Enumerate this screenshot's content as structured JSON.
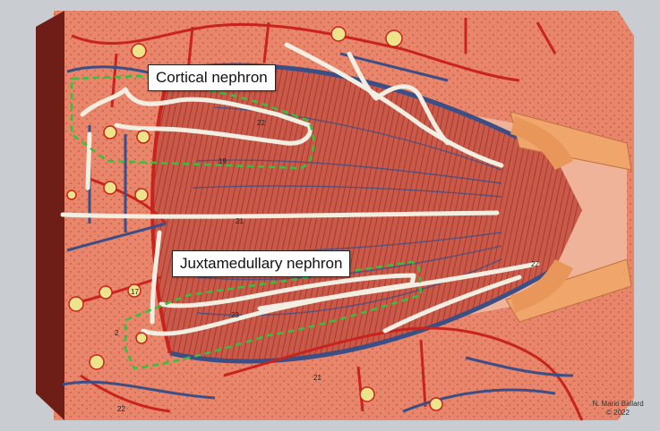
{
  "labels": {
    "cortical": "Cortical nephron",
    "juxtamedullary": "Juxtamedullary nephron"
  },
  "credit": {
    "author": "N. Mario Ballard",
    "year": "© 2022"
  },
  "model_numbers": [
    "21",
    "22",
    "22",
    "23",
    "19",
    "17",
    "2",
    "22",
    "21"
  ],
  "colors": {
    "background": "#c9ccd0",
    "cortex": "#e7876a",
    "medulla_stripes": "#c0473a",
    "capsule": "#6e1d17",
    "artery": "#c8231c",
    "vein": "#3b4f86",
    "tubule": "#f3eee2",
    "glomerulus": "#ece38a",
    "ureter": "#f0a56b",
    "outline": "#34c23c"
  }
}
